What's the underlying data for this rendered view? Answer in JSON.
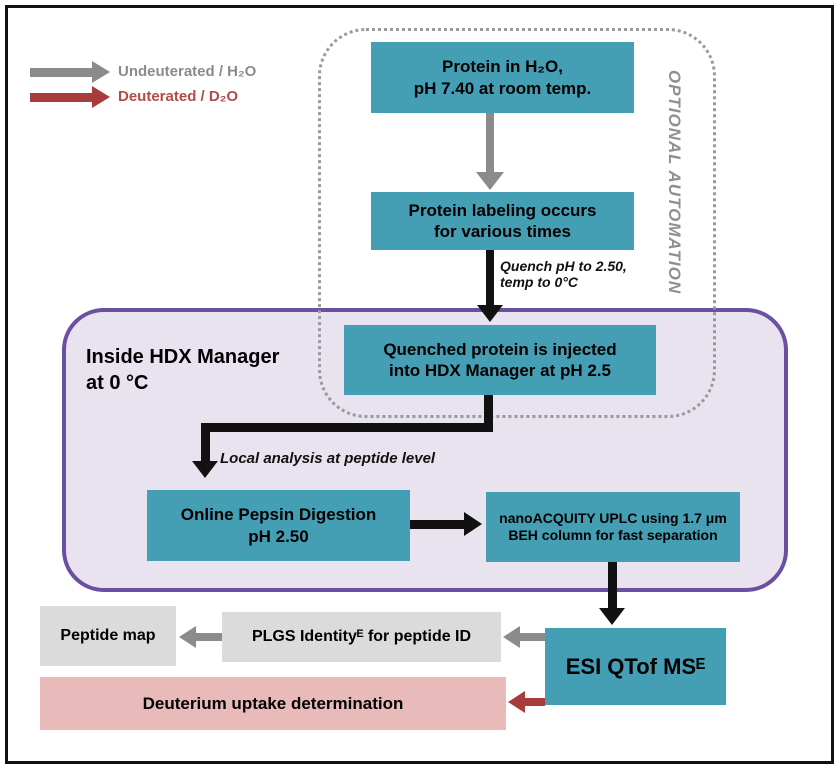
{
  "legend": {
    "undeuterated_label": "Undeuterated / H₂O",
    "deuterated_label": "Deuterated / D₂O"
  },
  "optional_automation_label": "OPTIONAL AUTOMATION",
  "region_labels": {
    "inside_hdx_manager": "Inside HDX Manager\nat 0 °C"
  },
  "boxes": {
    "protein_h2o": "Protein in H₂O,\npH 7.40 at room temp.",
    "protein_labeling": "Protein labeling occurs\nfor various times",
    "quenched_protein": "Quenched protein is injected\ninto HDX Manager at pH 2.5",
    "pepsin_digestion": "Online Pepsin Digestion\npH 2.50",
    "uplc": "nanoACQUITY UPLC using 1.7 μm\nBEH column for fast separation",
    "esi_qtof": "ESI QTof MSᴱ",
    "plgs_identity": "PLGS Identityᴱ for peptide ID",
    "peptide_map": "Peptide map",
    "deuterium_uptake": "Deuterium uptake determination"
  },
  "annotations": {
    "quench_label": "Quench pH to 2.50,\ntemp to 0°C",
    "local_analysis_label": "Local analysis at peptide level"
  },
  "colors": {
    "teal_box": "#459fb4",
    "gray_box": "#dbdbdb",
    "pink_box": "#e9baba",
    "purple_border": "#6b4fa0",
    "purple_fill": "#e8e3ee",
    "gray_arrow": "#8b8b8b",
    "red_arrow": "#a83c3c",
    "black_arrow": "#111111"
  }
}
